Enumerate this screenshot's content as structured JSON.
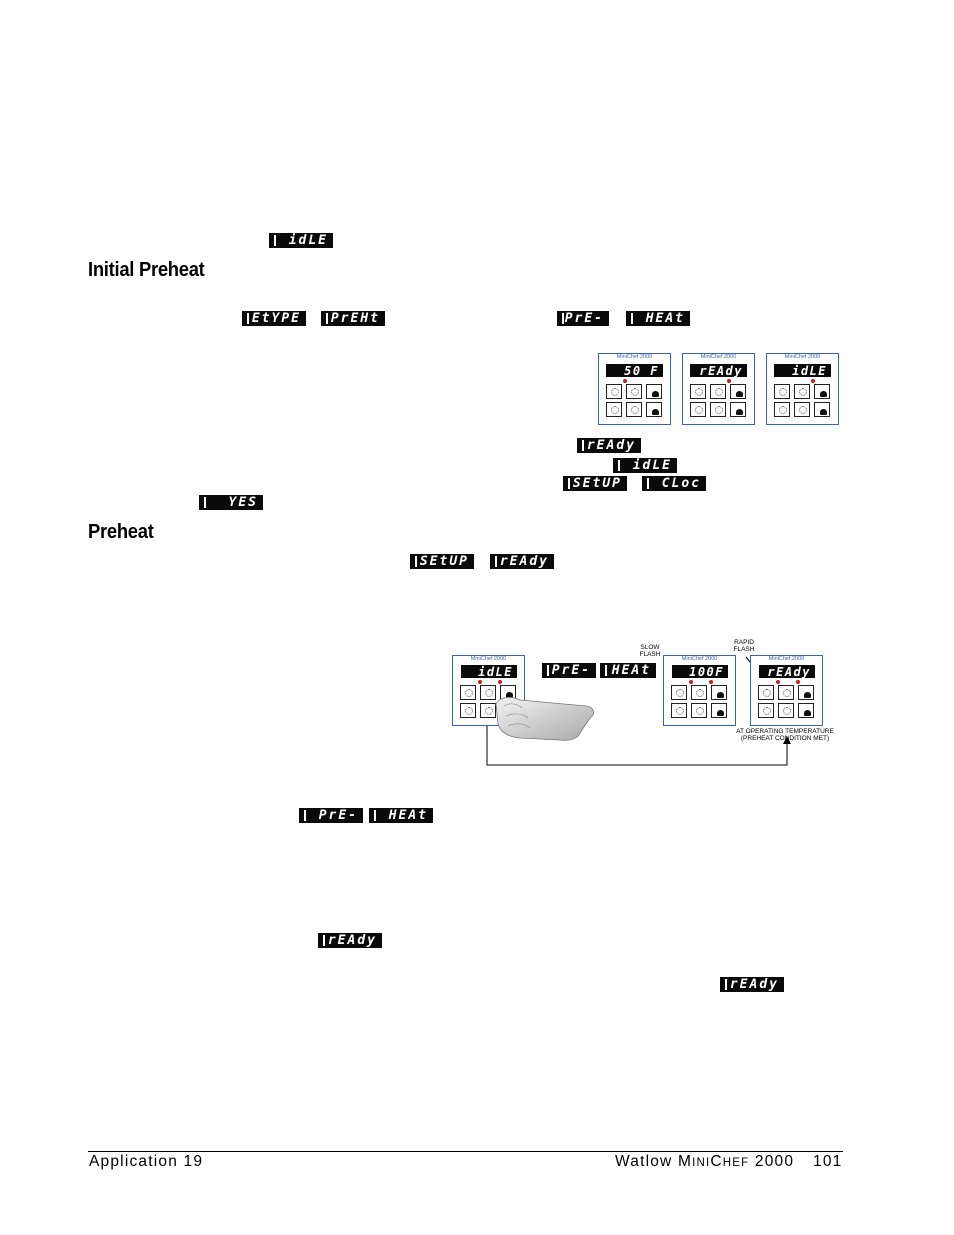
{
  "headings": {
    "initial_preheat": "Initial Preheat",
    "preheat": "Preheat"
  },
  "lcd": {
    "idle_1": "idLE",
    "etype": "EtYPE",
    "prehx": "PrEHt",
    "pre_1": "PrE-",
    "heat_1": "HEAt",
    "ready_1": "rEAdy",
    "idle_2": "idLE",
    "setup_1": "SEtUP",
    "cloc": "CLoc",
    "yes": "YES",
    "setup_2": "SEtUP",
    "ready_2": "rEAdy",
    "pre_2": "PrE-",
    "heat_2": "HEAt",
    "pre_3": "PrE-",
    "heat_3": "HEAt",
    "ready_3": "rEAdy",
    "ready_4": "rEAdy"
  },
  "figure1": {
    "panels": [
      {
        "brand": "MiniChef 2000",
        "display": "50 F"
      },
      {
        "brand": "MiniChef 2000",
        "display": "rEAdy"
      },
      {
        "brand": "MiniChef 2000",
        "display": "idLE"
      }
    ]
  },
  "figure2": {
    "panels": [
      {
        "brand": "MiniChef 2000",
        "display": "idLE"
      },
      {
        "brand": "MiniChef 2000",
        "display": "100F"
      },
      {
        "brand": "MiniChef 2000",
        "display": "rEAdy"
      }
    ],
    "flow_pre": "PrE-",
    "flow_heat": "HEAt",
    "slow_flash_1": "SLOW",
    "slow_flash_2": "FLASH",
    "rapid_flash_1": "RAPID",
    "rapid_flash_2": "FLASH",
    "operating_1": "AT OPERATING TEMPERATURE",
    "operating_2": "(PREHEAT CONDITION MET)"
  },
  "footer": {
    "left": "Application 19",
    "brand_w": "Watlow M",
    "brand_ini": "INI",
    "brand_c": "C",
    "brand_hef": "HEF",
    "brand_model": " 2000",
    "page": "101"
  }
}
